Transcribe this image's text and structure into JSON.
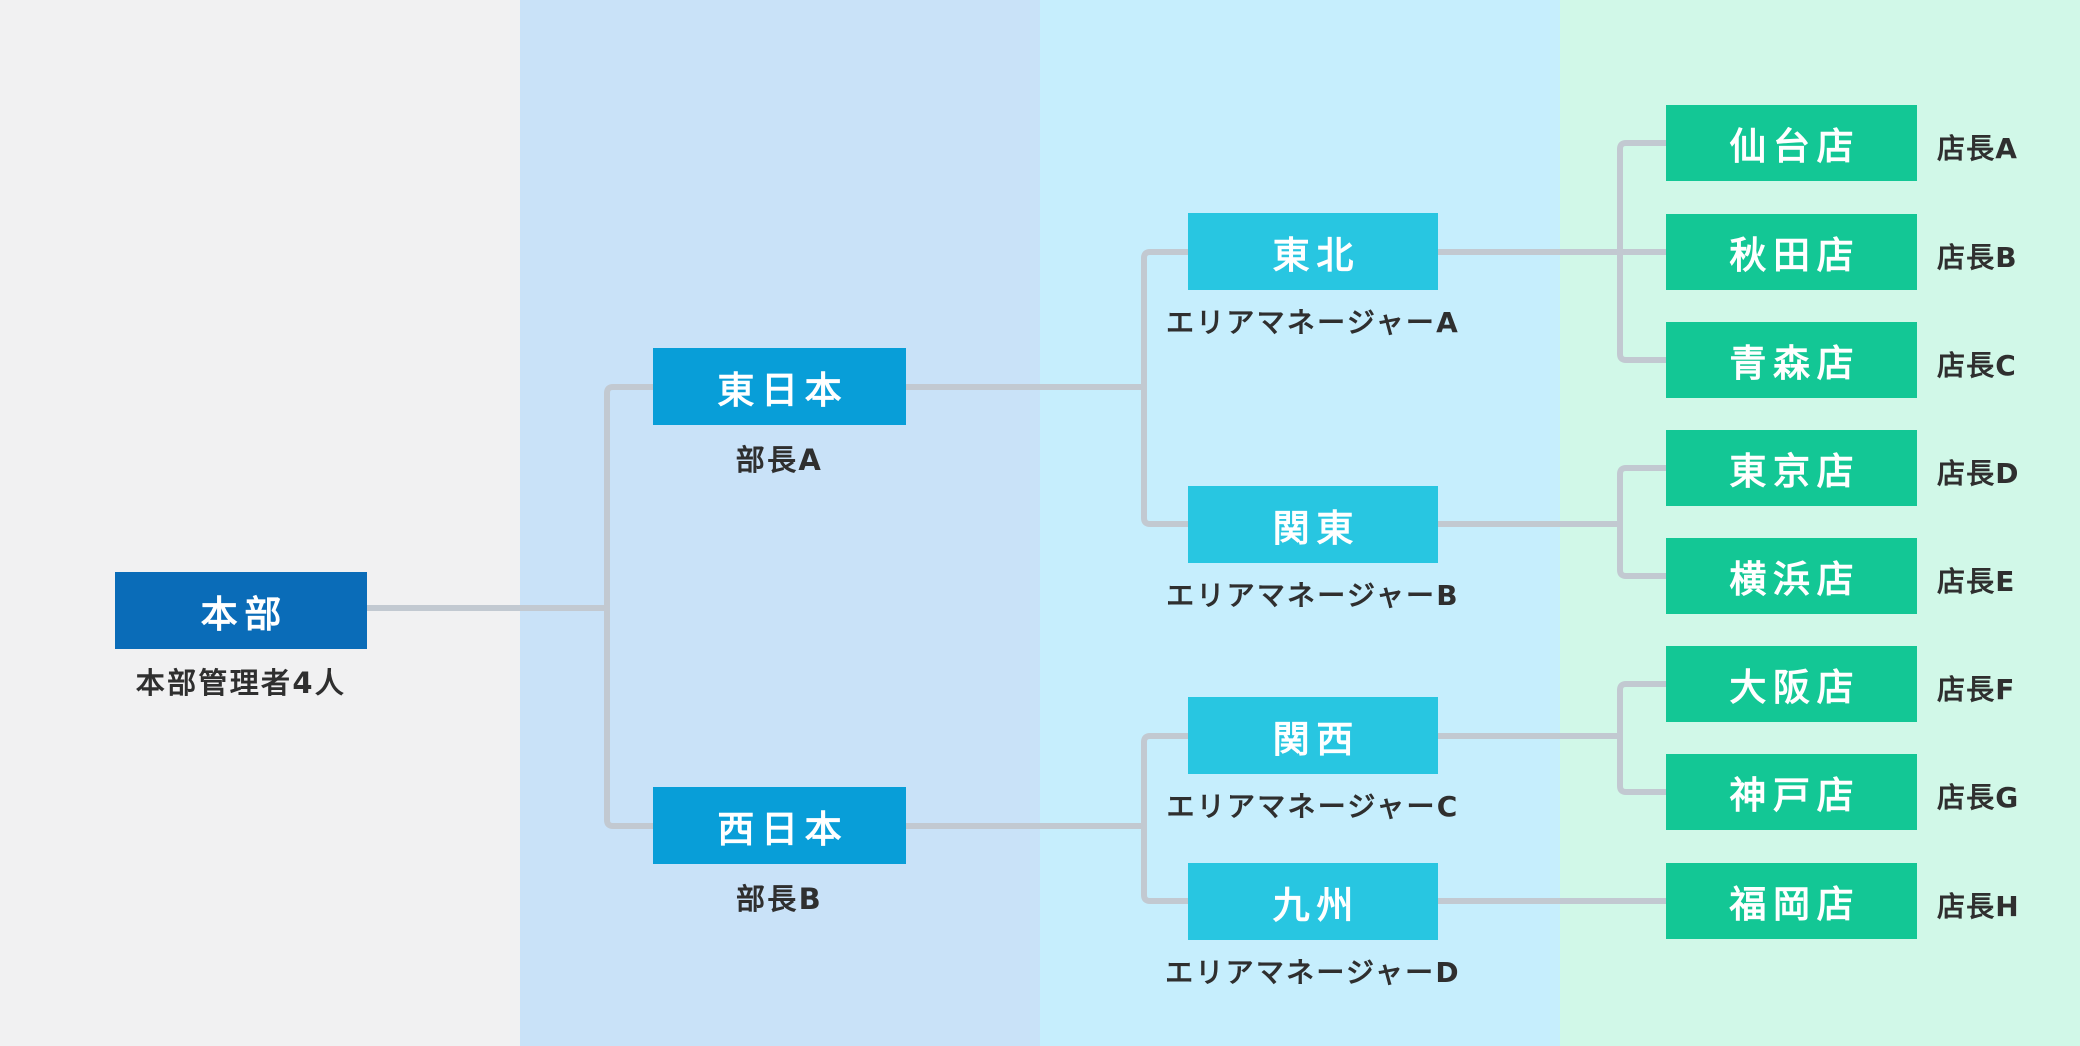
{
  "diagram": {
    "title": "organization-chart",
    "colors": {
      "band_hq": "#f1f1f2",
      "band_division": "#c9e2f8",
      "band_area": "#c6eefd",
      "band_store": "#d1f8e8",
      "hq_box": "#0a6cb8",
      "division_box": "#089ed8",
      "area_box": "#28c6e1",
      "store_box": "#13c795",
      "connector": "#c2c9d1",
      "label_text": "#2f2f2f"
    },
    "hq": {
      "label": "本部",
      "sublabel": "本部管理者4人"
    },
    "divisions": [
      {
        "label": "東日本",
        "sublabel": "部長A"
      },
      {
        "label": "西日本",
        "sublabel": "部長B"
      }
    ],
    "areas": [
      {
        "label": "東北",
        "sublabel": "エリアマネージャーA"
      },
      {
        "label": "関東",
        "sublabel": "エリアマネージャーB"
      },
      {
        "label": "関西",
        "sublabel": "エリアマネージャーC"
      },
      {
        "label": "九州",
        "sublabel": "エリアマネージャーD"
      }
    ],
    "stores": [
      {
        "label": "仙台店",
        "manager": "店長A"
      },
      {
        "label": "秋田店",
        "manager": "店長B"
      },
      {
        "label": "青森店",
        "manager": "店長C"
      },
      {
        "label": "東京店",
        "manager": "店長D"
      },
      {
        "label": "横浜店",
        "manager": "店長E"
      },
      {
        "label": "大阪店",
        "manager": "店長F"
      },
      {
        "label": "神戸店",
        "manager": "店長G"
      },
      {
        "label": "福岡店",
        "manager": "店長H"
      }
    ]
  }
}
